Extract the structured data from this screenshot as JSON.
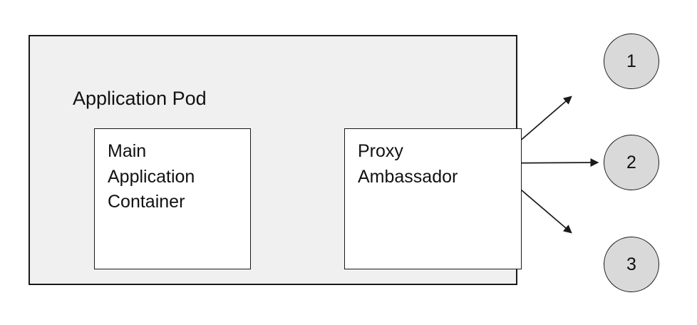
{
  "diagram": {
    "pod_label": "Application Pod",
    "main_container_label": "Main Application Container",
    "proxy_label": "Proxy Ambassador",
    "nodes": [
      {
        "label": "1"
      },
      {
        "label": "2"
      },
      {
        "label": "3"
      }
    ],
    "colors": {
      "pod_fill": "#f0f0f0",
      "box_fill": "#ffffff",
      "node_fill": "#d9d9d9",
      "border": "#1a1a1a",
      "arrow": "#1a1a1a"
    }
  }
}
